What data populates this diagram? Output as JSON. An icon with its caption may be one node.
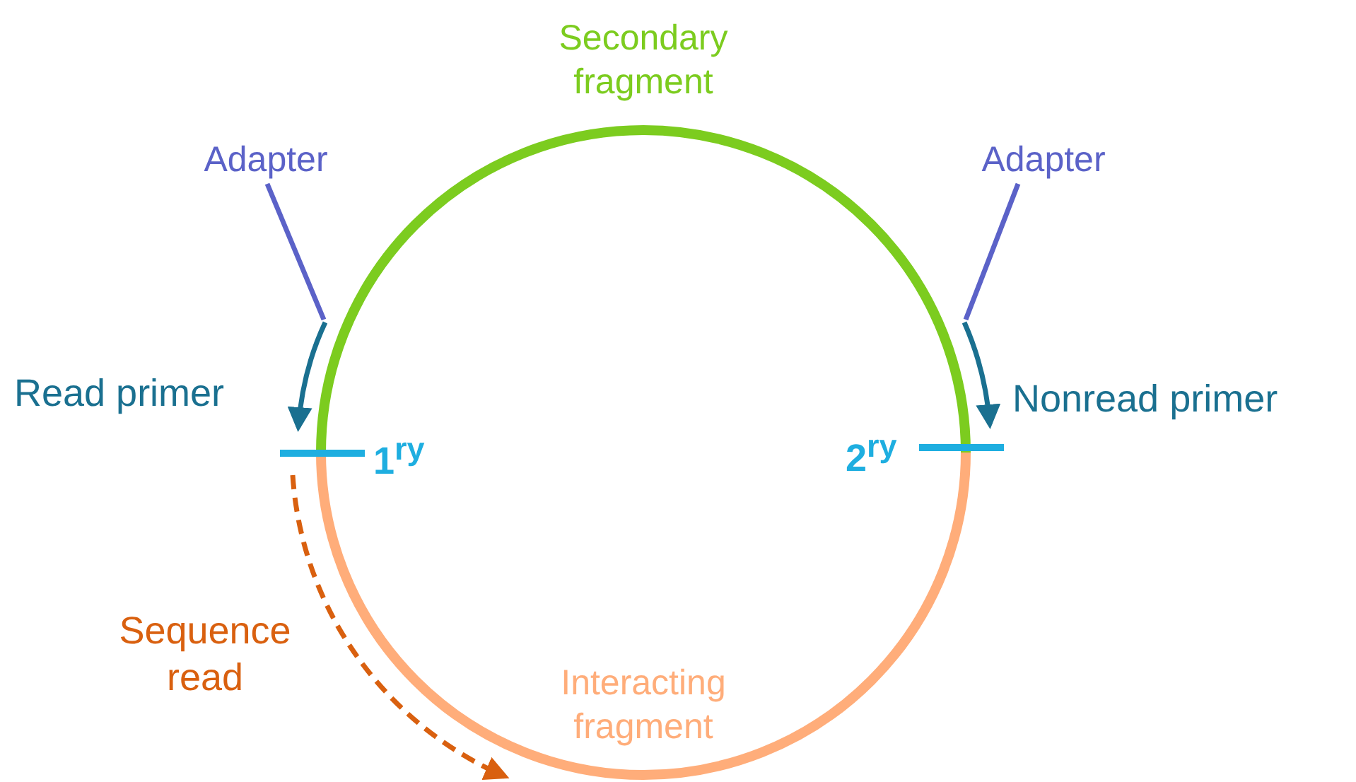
{
  "diagram": {
    "nodes": [
      {
        "text": [
          "Adapter"
        ]
      },
      {
        "text": [
          "Adapter"
        ]
      },
      {
        "text": [
          "1$^{ry}$"
        ]
      },
      {
        "text": [
          "2$^{ry}$"
        ]
      }
    ],
    "edges": [
      {
        "from": 0,
        "to": null,
        "arrow": "none",
        "color": "#5b62c8"
      },
      {
        "from": 1,
        "to": null,
        "arrow": "none",
        "color": "#5b62c8"
      },
      {
        "from": null,
        "to": 2,
        "arrow": "to",
        "label": "Read primer",
        "color": "#1a7090"
      },
      {
        "from": null,
        "to": 3,
        "arrow": "to",
        "label": "Nonread primer",
        "color": "#1a7090"
      },
      {
        "from": 2,
        "to": null,
        "arrow": "to",
        "label": "Sequence read",
        "style": "dashed",
        "color": "#d9600f"
      },
      {
        "from": 2,
        "to": 3,
        "arrow": "none",
        "label": "Secondary fragment",
        "style": "thick",
        "color": "#7ccc1f"
      },
      {
        "from": 3,
        "to": 2,
        "arrow": "none",
        "label": "Interacting fragment",
        "style": "thick",
        "color": "#ffad7a"
      }
    ]
  }
}
